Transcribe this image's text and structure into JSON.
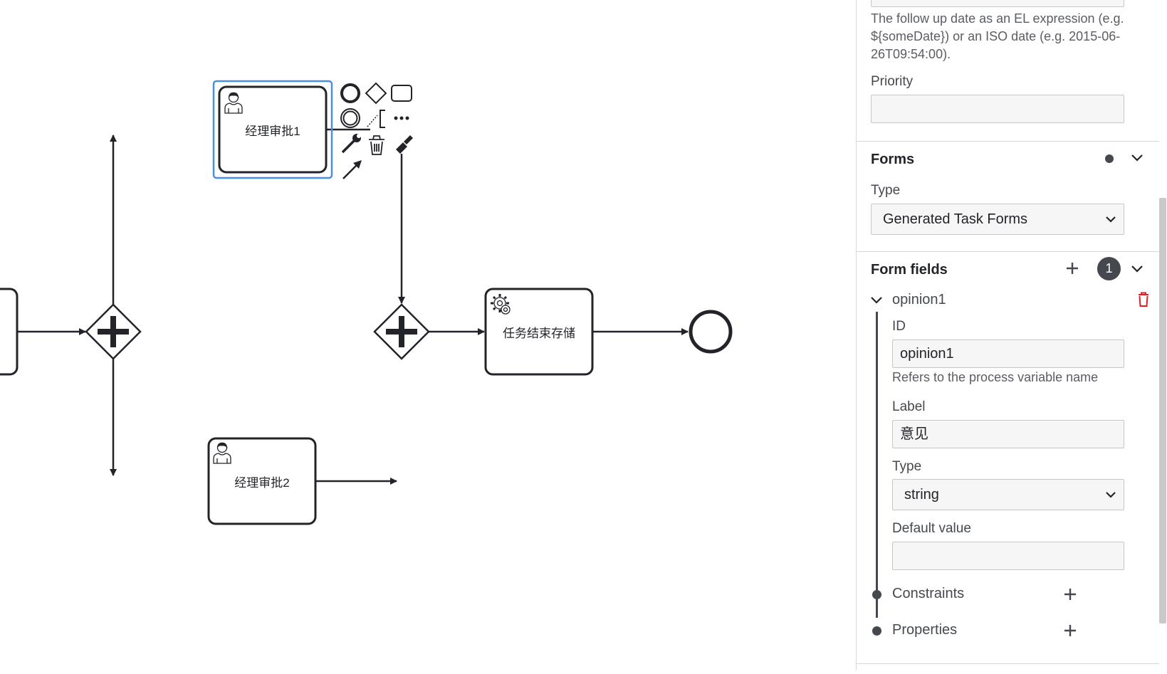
{
  "diagram": {
    "tasks": {
      "manager_approval_1": "经理审批1",
      "manager_approval_2": "经理审批2",
      "service_task": "任务结束存储"
    }
  },
  "panel": {
    "follow_up_hint": "The follow up date as an EL expression (e.g. ${someDate}) or an ISO date (e.g. 2015-06-26T09:54:00).",
    "priority_label": "Priority",
    "priority_value": "",
    "forms": {
      "title": "Forms",
      "type_label": "Type",
      "type_value": "Generated Task Forms"
    },
    "form_fields": {
      "title": "Form fields",
      "count": "1",
      "field": {
        "name": "opinion1",
        "id_label": "ID",
        "id_value": "opinion1",
        "id_hint": "Refers to the process variable name",
        "label_label": "Label",
        "label_value": "意见",
        "type_label": "Type",
        "type_value": "string",
        "default_label": "Default value",
        "default_value": "",
        "constraints_label": "Constraints",
        "properties_label": "Properties"
      }
    }
  },
  "colors": {
    "selection": "#4a90e2",
    "stroke": "#22242a",
    "delete": "#e02020"
  }
}
